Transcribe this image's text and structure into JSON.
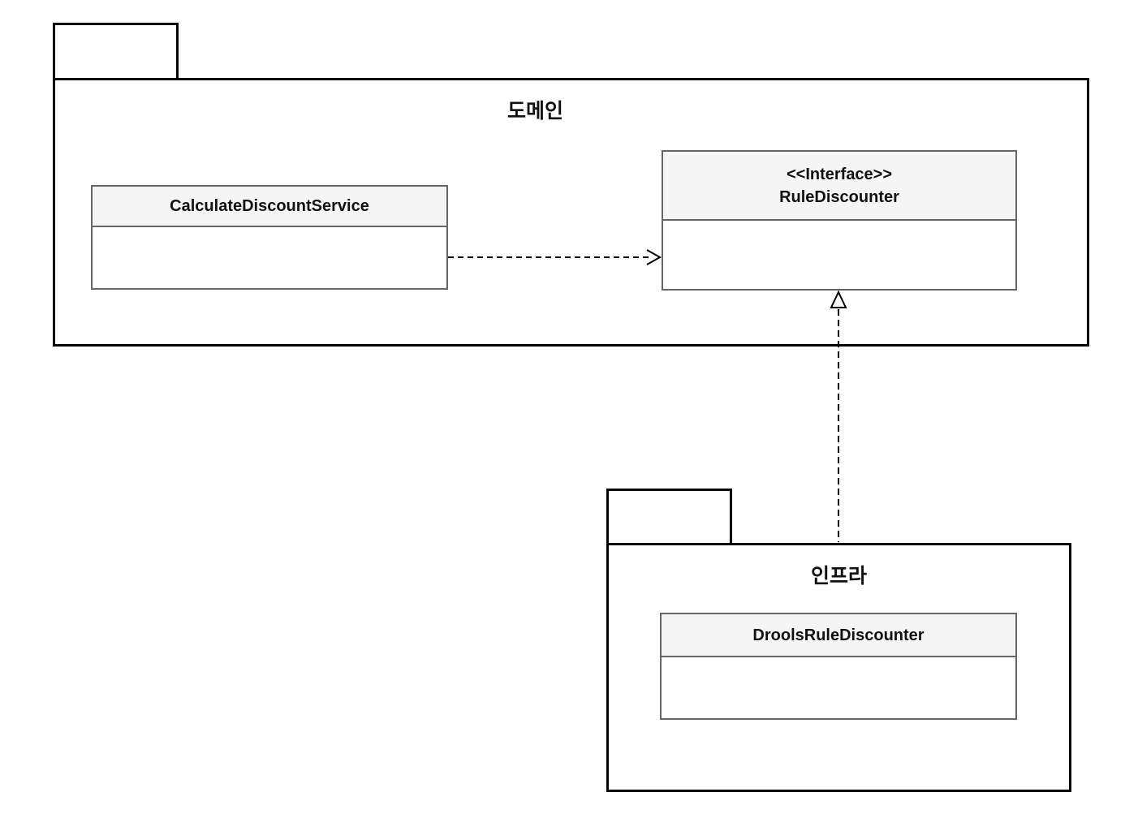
{
  "packages": {
    "domain": {
      "label": "도메인"
    },
    "infra": {
      "label": "인프라"
    }
  },
  "classes": {
    "calculate_discount_service": {
      "name": "CalculateDiscountService"
    },
    "rule_discounter": {
      "stereotype": "<<Interface>>",
      "name": "RuleDiscounter"
    },
    "drools_rule_discounter": {
      "name": "DroolsRuleDiscounter"
    }
  },
  "relations": [
    {
      "type": "dependency",
      "from": "CalculateDiscountService",
      "to": "RuleDiscounter",
      "style": "dashed-open-arrow"
    },
    {
      "type": "realization",
      "from": "DroolsRuleDiscounter",
      "to": "RuleDiscounter",
      "style": "dashed-hollow-triangle"
    }
  ],
  "colors": {
    "canvas_bg": "#ffffff",
    "header_fill": "#f5f5f5",
    "class_border": "#666666",
    "package_border": "#000000",
    "connector": "#000000",
    "text": "#111111"
  }
}
